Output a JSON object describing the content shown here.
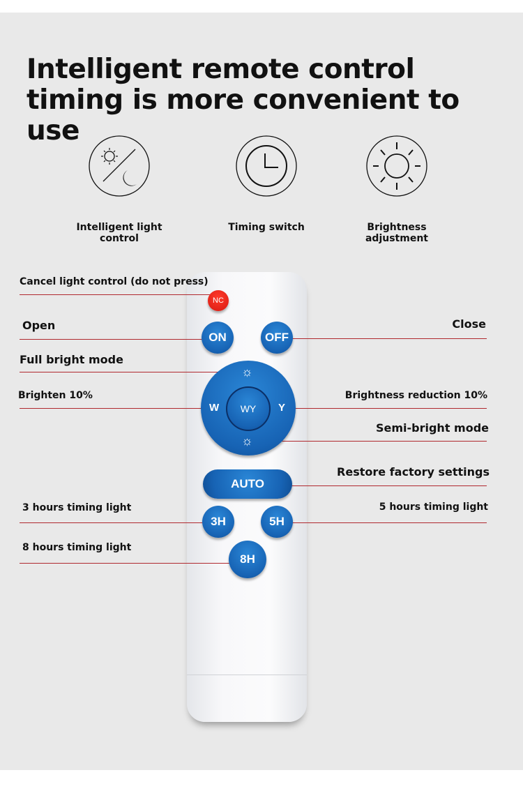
{
  "title": "Intelligent remote control timing is more convenient to use",
  "features": [
    {
      "icon": "sun-moon-icon",
      "label": "Intelligent light control"
    },
    {
      "icon": "clock-icon",
      "label": "Timing switch"
    },
    {
      "icon": "sun-icon",
      "label": "Brightness adjustment"
    }
  ],
  "remote": {
    "buttons": {
      "nc": "NC",
      "on": "ON",
      "off": "OFF",
      "w": "W",
      "y": "Y",
      "wy": "WY",
      "auto": "AUTO",
      "h3": "3H",
      "h5": "5H",
      "h8": "8H"
    },
    "colors": {
      "blue": "#1763b4",
      "red": "#e8261c",
      "callout_line": "#b0282e"
    }
  },
  "callouts": {
    "cancel": "Cancel light control (do not press)",
    "open": "Open",
    "close": "Close",
    "full_bright": "Full bright mode",
    "brighten": "Brighten 10%",
    "reduce": "Brightness reduction 10%",
    "semi_bright": "Semi-bright mode",
    "restore": "Restore factory settings",
    "h3": "3 hours timing light",
    "h5": "5 hours timing light",
    "h8": "8 hours timing light"
  }
}
